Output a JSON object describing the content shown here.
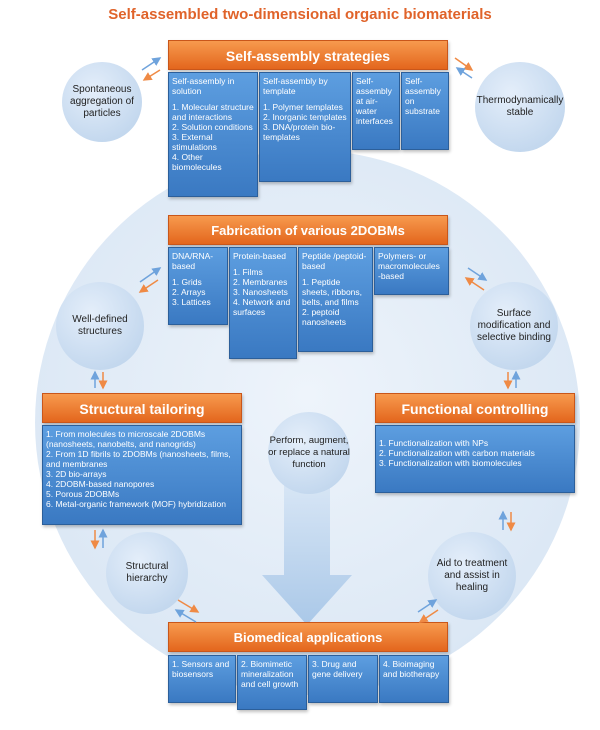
{
  "title": "Self-assembled two-dimensional organic biomaterials",
  "strategies": {
    "header": "Self-assembly strategies",
    "columns": [
      {
        "heading": "Self-assembly in solution",
        "items": [
          "1. Molecular structure and interactions",
          "2. Solution conditions",
          "3. External stimulations",
          "4. Other biomolecules"
        ]
      },
      {
        "heading": "Self-assembly by template",
        "items": [
          "1. Polymer templates",
          "2. Inorganic templates",
          "3. DNA/protein bio-templates"
        ]
      },
      {
        "heading": "Self-assembly at air-water interfaces",
        "items": []
      },
      {
        "heading": "Self-assembly on substrate",
        "items": []
      }
    ]
  },
  "fabrication": {
    "header": "Fabrication of various 2DOBMs",
    "columns": [
      {
        "heading": "DNA/RNA-based",
        "items": [
          "1. Grids",
          "2. Arrays",
          "3. Lattices"
        ]
      },
      {
        "heading": "Protein-based",
        "items": [
          "1. Films",
          "2. Membranes",
          "3. Nanosheets",
          "4. Network and surfaces"
        ]
      },
      {
        "heading": "Peptide /peptoid-based",
        "items": [
          "1. Peptide sheets, ribbons, belts, and films",
          "2. peptoid nanosheets"
        ]
      },
      {
        "heading": "Polymers- or macromolecules -based",
        "items": []
      }
    ]
  },
  "structural": {
    "header": "Structural tailoring",
    "items": [
      "1. From molecules to microscale 2DOBMs (nanosheets, nanobelts, and nanogrids)",
      "2. From 1D fibrils to 2DOBMs (nanosheets, films, and membranes",
      "3. 2D bio-arrays",
      "4. 2DOBM-based nanopores",
      "5. Porous 2DOBMs",
      "6. Metal-organic framework (MOF) hybridization"
    ]
  },
  "functional": {
    "header": "Functional controlling",
    "items": [
      "1. Functionalization with NPs",
      "2. Functionalization with carbon materials",
      "3. Functionalization with biomolecules"
    ]
  },
  "biomedical": {
    "header": "Biomedical applications",
    "columns": [
      {
        "text": "1. Sensors and biosensors"
      },
      {
        "text": "2. Biomimetic mineralization and cell growth"
      },
      {
        "text": "3. Drug and gene delivery"
      },
      {
        "text": "4. Bioimaging and biotherapy"
      }
    ]
  },
  "circles": {
    "spontaneous": "Spontaneous aggregation of particles",
    "thermo": "Thermodynamically stable",
    "welldefined": "Well-defined structures",
    "surface": "Surface modification and selective binding",
    "center": "Perform, augment, or replace a natural function",
    "hierarchy": "Structural hierarchy",
    "aid": "Aid to treatment and assist in healing"
  },
  "colors": {
    "orange": "#e3661d",
    "blue": "#3a79c2",
    "title": "#e0632a",
    "circle": "#b8d0ea"
  }
}
